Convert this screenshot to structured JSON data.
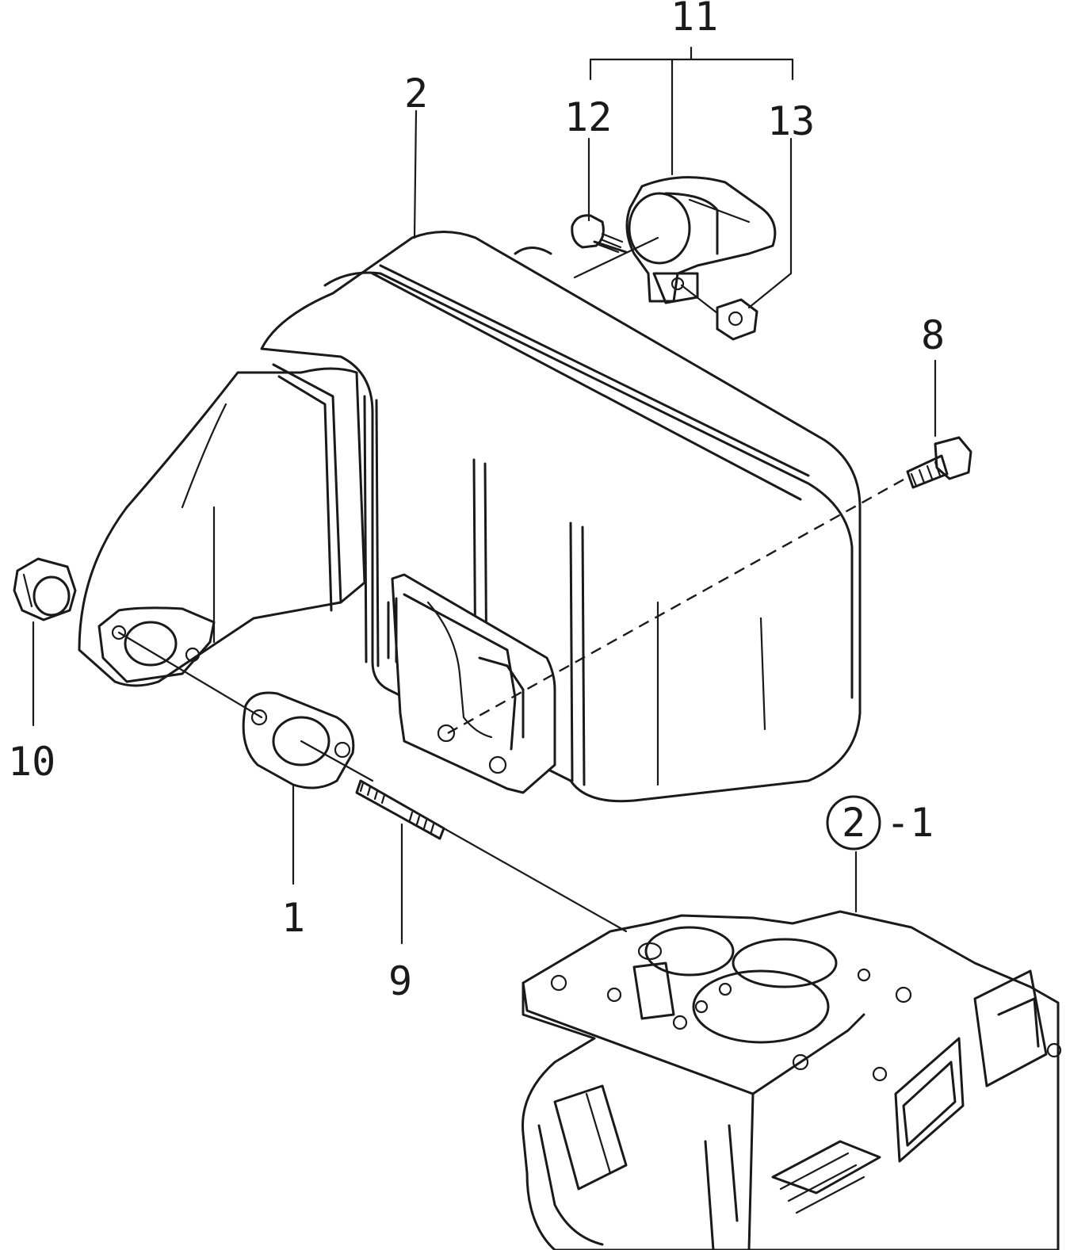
{
  "callouts": {
    "gasket": "1",
    "muffler": "2",
    "bolt": "8",
    "stud": "9",
    "nut": "10",
    "guard_assembly": "11",
    "guard_screw": "12",
    "guard_nut": "13",
    "cylinder_head_group": "2",
    "cylinder_head_suffix": "-1"
  }
}
